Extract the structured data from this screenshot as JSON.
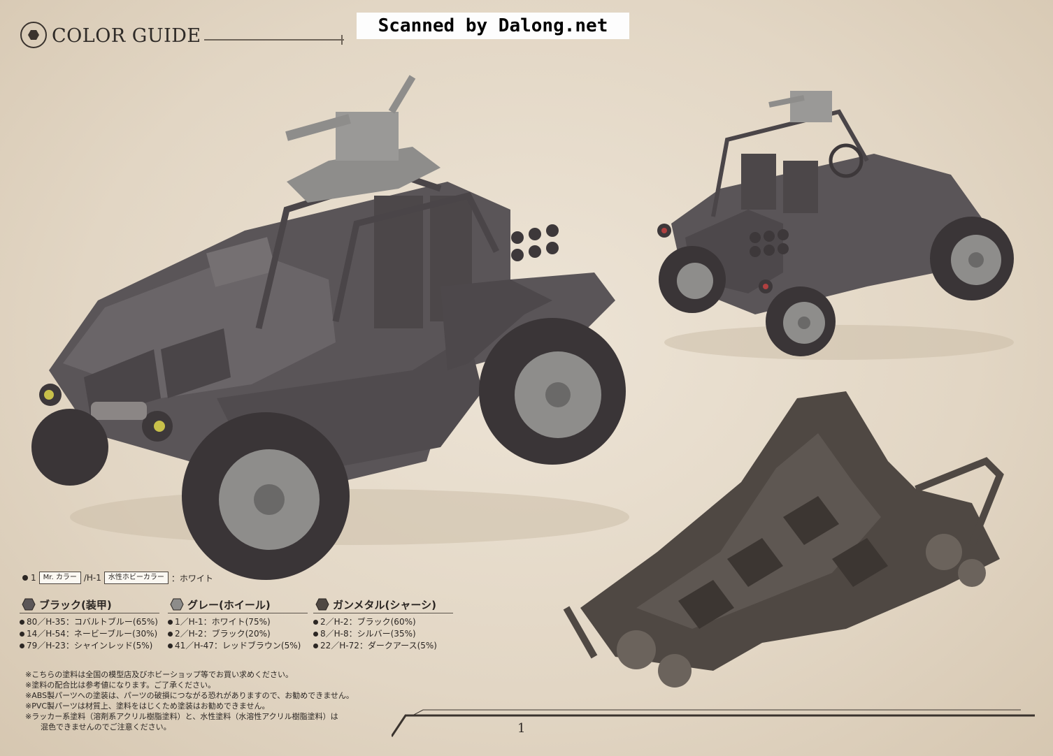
{
  "header": {
    "title": "COLOR GUIDE",
    "watermark": "Scanned by Dalong.net"
  },
  "white_note": {
    "number": "1",
    "mr_color_tag": "Mr. カラー",
    "code": "/H-1",
    "aqueous_tag": "水性ホビーカラー",
    "color": "：ホワイト"
  },
  "groups": [
    {
      "title": "ブラック(装甲)",
      "items": [
        "80／H-35：コバルトブルー(65%)",
        "14／H-54：ネービーブルー(30%)",
        "79／H-23：シャインレッド(5%)"
      ]
    },
    {
      "title": "グレー(ホイール)",
      "items": [
        "1／H-1：ホワイト(75%)",
        "2／H-2：ブラック(20%)",
        "41／H-47：レッドブラウン(5%)"
      ]
    },
    {
      "title": "ガンメタル(シャーシ)",
      "items": [
        "2／H-2：ブラック(60%)",
        "8／H-8：シルバー(35%)",
        "22／H-72：ダークアース(5%)"
      ]
    }
  ],
  "notes": [
    "※こちらの塗料は全国の模型店及びホビーショップ等でお買い求めください。",
    "※塗料の配合比は参考値になります。ご了承ください。",
    "※ABS製パーツへの塗装は、パーツの破損につながる恐れがありますので、お勧めできません。",
    "※PVC製パーツは材質上、塗料をはじくため塗装はお勧めできません。",
    "※ラッカー系塗料（溶剤系アクリル樹脂塗料）と、水性塗料（水溶性アクリル樹脂塗料）は",
    "混色できませんのでご注意ください。"
  ],
  "footer": {
    "page_number": "1"
  },
  "colors": {
    "armor": "#5b5658",
    "wheel": "#8d8c8a",
    "chassis": "#4f4843",
    "paper": "#e6dccb",
    "ink": "#2b2623"
  }
}
